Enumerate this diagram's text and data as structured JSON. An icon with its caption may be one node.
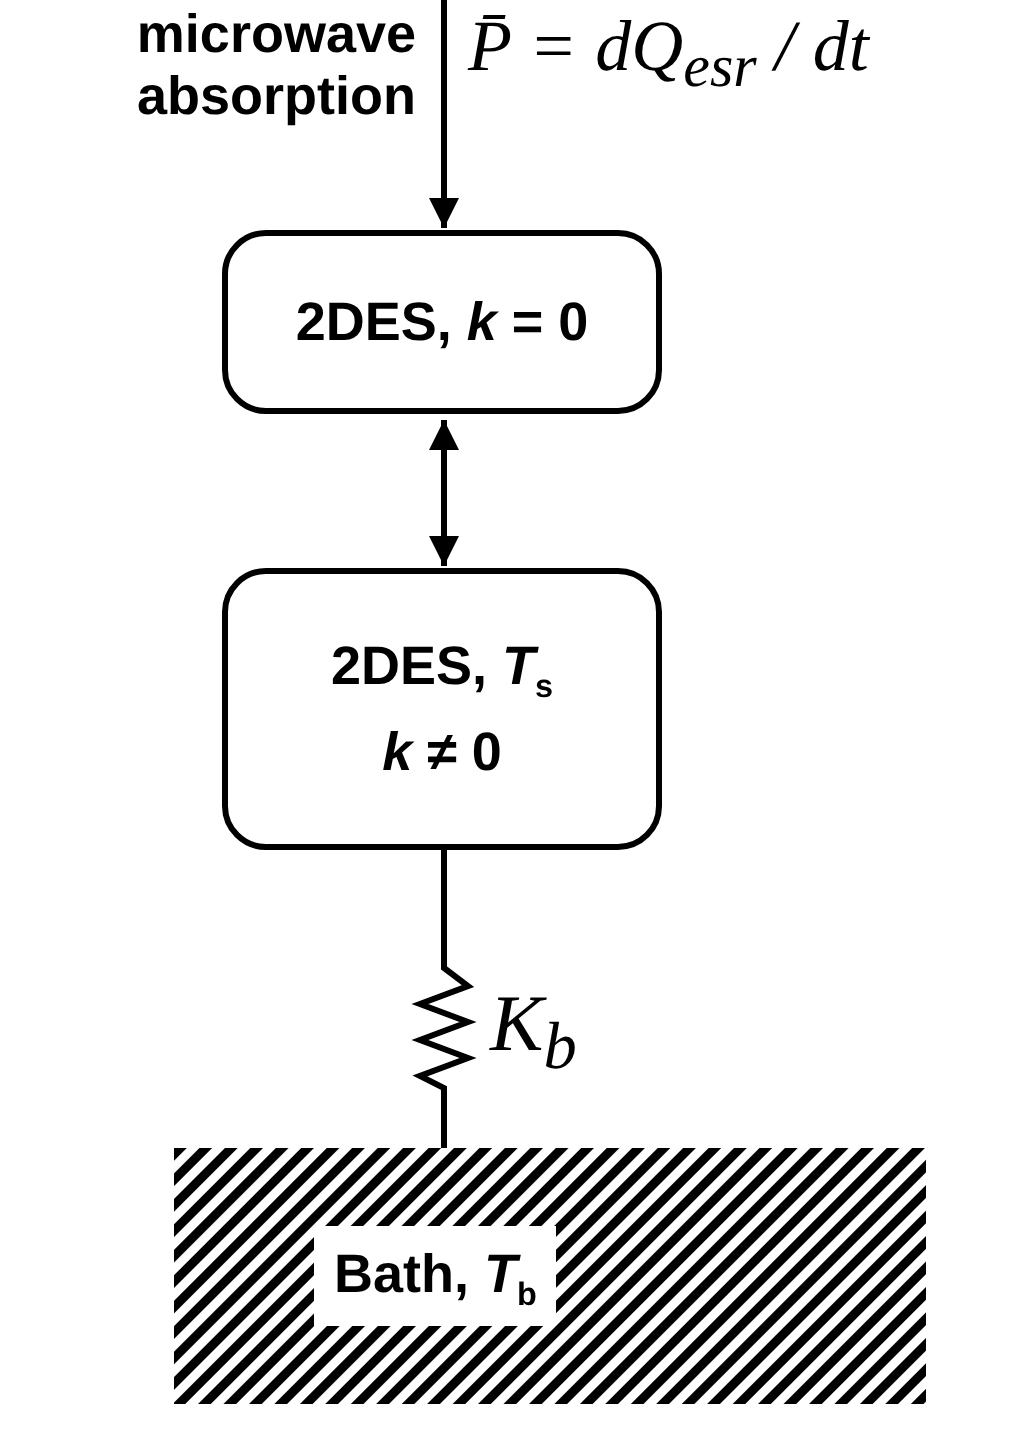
{
  "diagram": {
    "nodes": [
      {
        "text": [
          "2DES, *k* = 0"
        ]
      },
      {
        "text": [
          "2DES, *T*$_{s}$",
          "*k* ≠ 0"
        ]
      },
      {
        "text": [
          "Bath, *T*$_{b}$"
        ]
      }
    ],
    "edges": [
      {
        "from": null,
        "to": 0,
        "arrow": "to",
        "label": "microwave absorption"
      },
      {
        "from": 0,
        "to": 1,
        "arrow": "both"
      },
      {
        "from": 1,
        "to": 2,
        "arrow": "none",
        "label": "K$_{b}$"
      }
    ],
    "labels": [
      "P̄ = dQ$_{esr}$ / dt"
    ]
  }
}
